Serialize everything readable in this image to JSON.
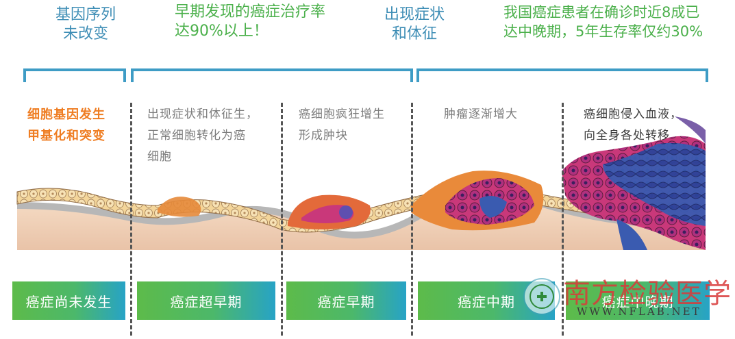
{
  "top_labels": {
    "l1": [
      "基因序列",
      "未改变"
    ],
    "l2": [
      "早期发现的癌症治疗率",
      "达90%以上！"
    ],
    "l3": [
      "出现症状",
      "和体征"
    ],
    "l4": [
      "我国癌症患者在确诊时近8成已",
      "达中晚期，5年生存率仅约30%"
    ]
  },
  "stage_descriptions": {
    "s1": [
      "细胞基因发生",
      "甲基化和突变"
    ],
    "s2": [
      "出现症状和体征生，",
      "正常细胞转化为癌",
      "细胞"
    ],
    "s3": [
      "癌细胞疯狂增生",
      "形成肿块"
    ],
    "s4": [
      "肿瘤逐渐增大"
    ],
    "s5": [
      "癌细胞侵入血液，",
      "向全身各处转移"
    ]
  },
  "stages": [
    "癌症尚未发生",
    "癌症超早期",
    "癌症早期",
    "癌症中期",
    "癌症中晚期"
  ],
  "watermark": {
    "cn": "南方检验医学",
    "url": "WWW.NFLAB.NET"
  },
  "colors": {
    "teal": "#3d8db5",
    "green": "#4bb04b",
    "orange": "#ef7d22",
    "bracket": "#3e9cc5",
    "watermark": "#d93a3a"
  }
}
